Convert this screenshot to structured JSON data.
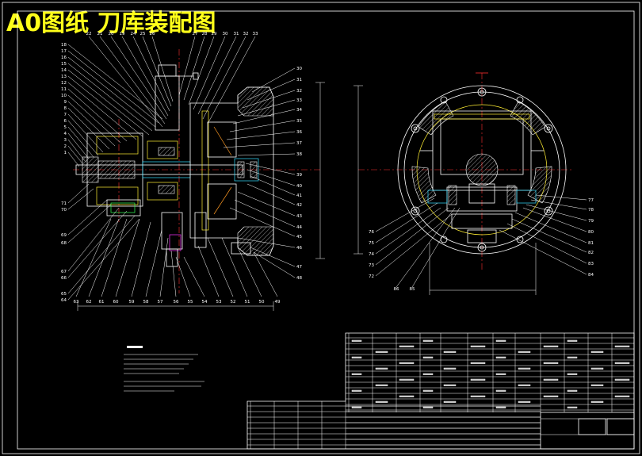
{
  "title": "A0图纸 刀库装配图",
  "left_view": {
    "labels_left": [
      "18",
      "17",
      "16",
      "15",
      "14",
      "13",
      "12",
      "11",
      "10",
      "9",
      "8",
      "7",
      "6",
      "5",
      "4",
      "3",
      "2",
      "1",
      "71",
      "70",
      "69",
      "68",
      "67",
      "66",
      "65",
      "64"
    ],
    "labels_top": [
      "22",
      "21",
      "20",
      "19",
      "24",
      "25",
      "26",
      "27",
      "28",
      "29",
      "30",
      "31",
      "32",
      "33"
    ],
    "labels_right": [
      "30",
      "31",
      "32",
      "33",
      "34",
      "35",
      "36",
      "37",
      "38",
      "39",
      "40",
      "41",
      "42",
      "43",
      "44",
      "45",
      "46",
      "47",
      "48"
    ],
    "labels_bottom": [
      "63",
      "62",
      "61",
      "60",
      "59",
      "58",
      "57",
      "56",
      "55",
      "54",
      "53",
      "52",
      "51",
      "50",
      "49"
    ]
  },
  "right_view": {
    "labels_right": [
      "77",
      "78",
      "79",
      "80",
      "81",
      "82",
      "83",
      "84"
    ],
    "labels_left": [
      "76",
      "75",
      "74",
      "73",
      "72"
    ],
    "labels_bottom": [
      "86",
      "85"
    ]
  }
}
